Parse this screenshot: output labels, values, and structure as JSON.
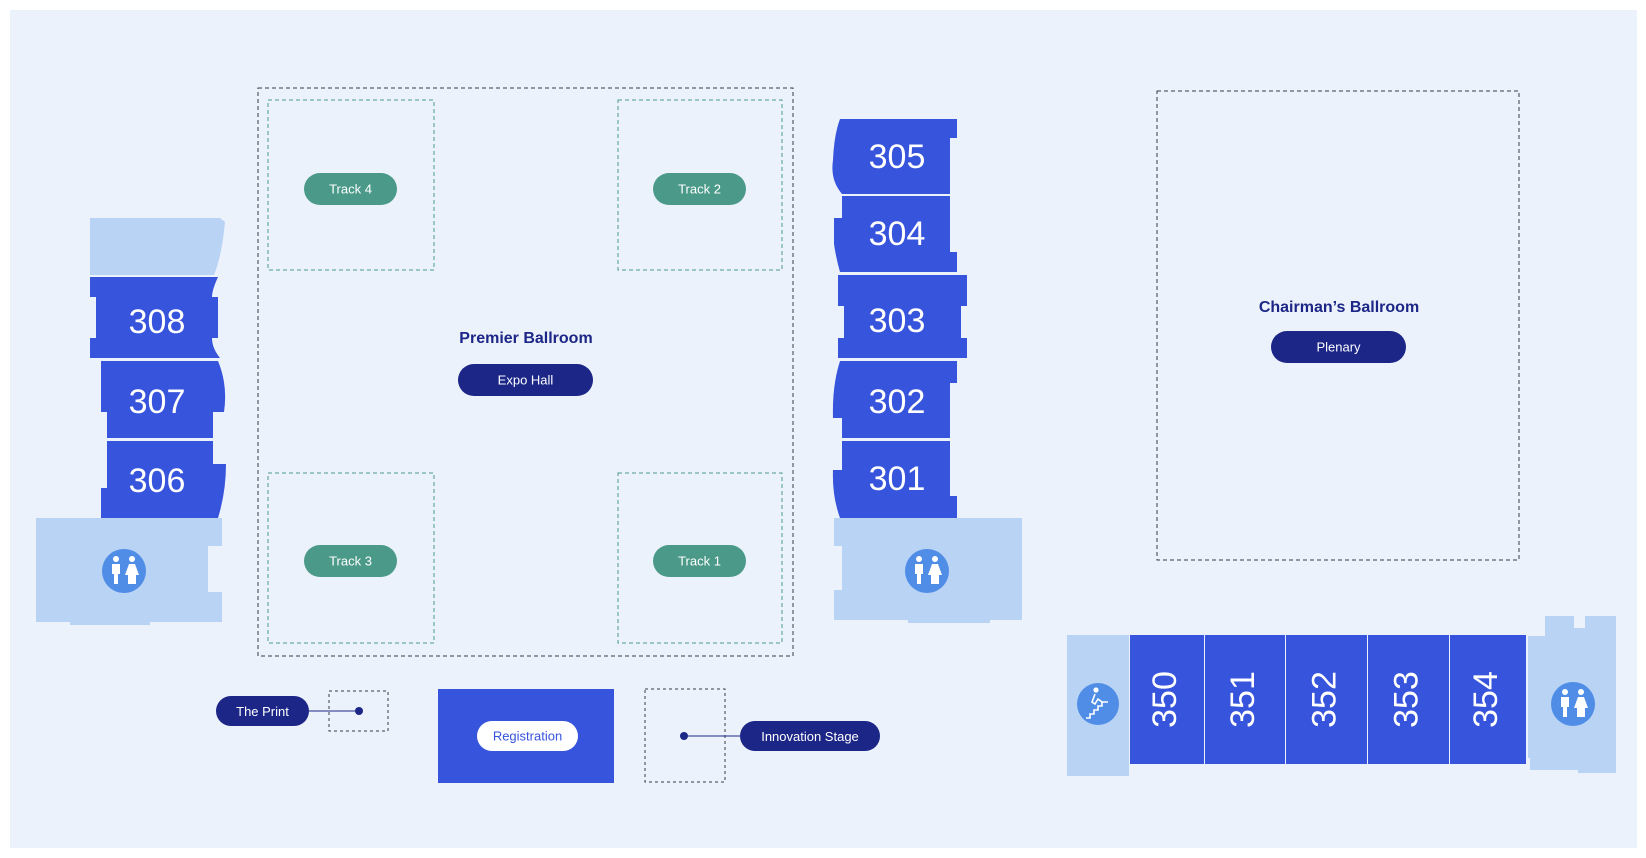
{
  "colors": {
    "background": "#ecf2fb",
    "room": "#3754dc",
    "facility": "#b9d3f5",
    "icon_circle": "#4f8de6",
    "navy_pill": "#1b2687",
    "teal_pill": "#4b9a89",
    "dashed_line": "#333a4d",
    "teal_dashed_line": "#4b9a89"
  },
  "halls": {
    "premier": {
      "title": "Premier Ballroom",
      "label": "Expo Hall"
    },
    "chairman": {
      "title": "Chairman’s Ballroom",
      "label": "Plenary"
    }
  },
  "tracks": {
    "track4": "Track 4",
    "track2": "Track 2",
    "track3": "Track 3",
    "track1": "Track 1"
  },
  "rooms": {
    "r308": "308",
    "r307": "307",
    "r306": "306",
    "r305": "305",
    "r304": "304",
    "r303": "303",
    "r302": "302",
    "r301": "301",
    "r350": "350",
    "r351": "351",
    "r352": "352",
    "r353": "353",
    "r354": "354"
  },
  "spots": {
    "print": "The Print",
    "registration": "Registration",
    "innovation": "Innovation Stage"
  },
  "icons": {
    "restroom": "restroom-icon",
    "stairs": "stairs-icon"
  }
}
